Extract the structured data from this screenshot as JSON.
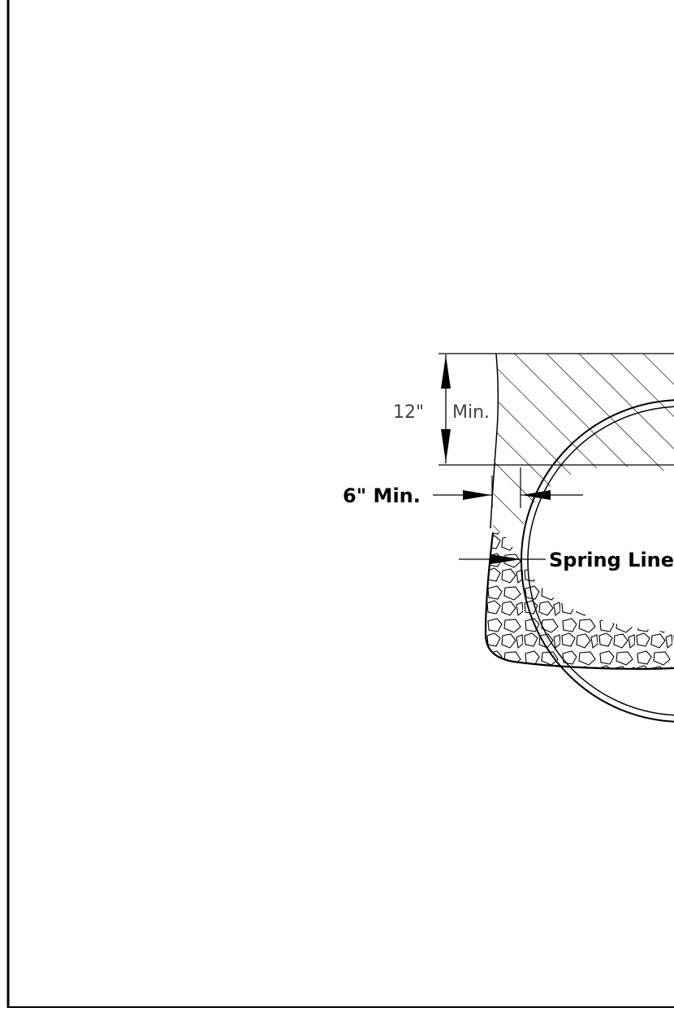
{
  "labels": {
    "cover_dim": "12\"",
    "cover_dim_suffix": "Min.",
    "side_dim": "6\" Min.",
    "spring_line": "Spring Line"
  },
  "colors": {
    "ink": "#000000",
    "background": "#ffffff",
    "dim_text": "#444444"
  }
}
